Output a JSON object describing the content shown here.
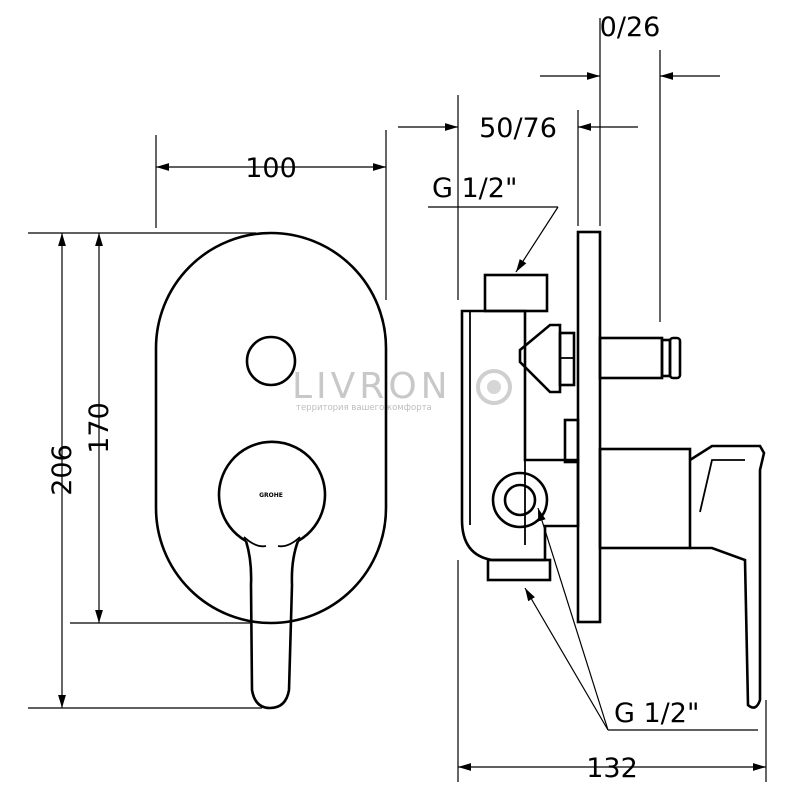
{
  "dimensions": {
    "front_width": "100",
    "front_height_outer": "206",
    "front_height_plate": "170",
    "side_depth_total": "132",
    "side_depth_range": "50/76",
    "side_offset_range": "0/26"
  },
  "connections": {
    "top_thread": "G 1/2\"",
    "bottom_thread": "G 1/2\""
  },
  "watermark": {
    "brand": "LIVRON",
    "tagline": "территория вашего комфорта"
  },
  "handle_brand": "GROHE"
}
